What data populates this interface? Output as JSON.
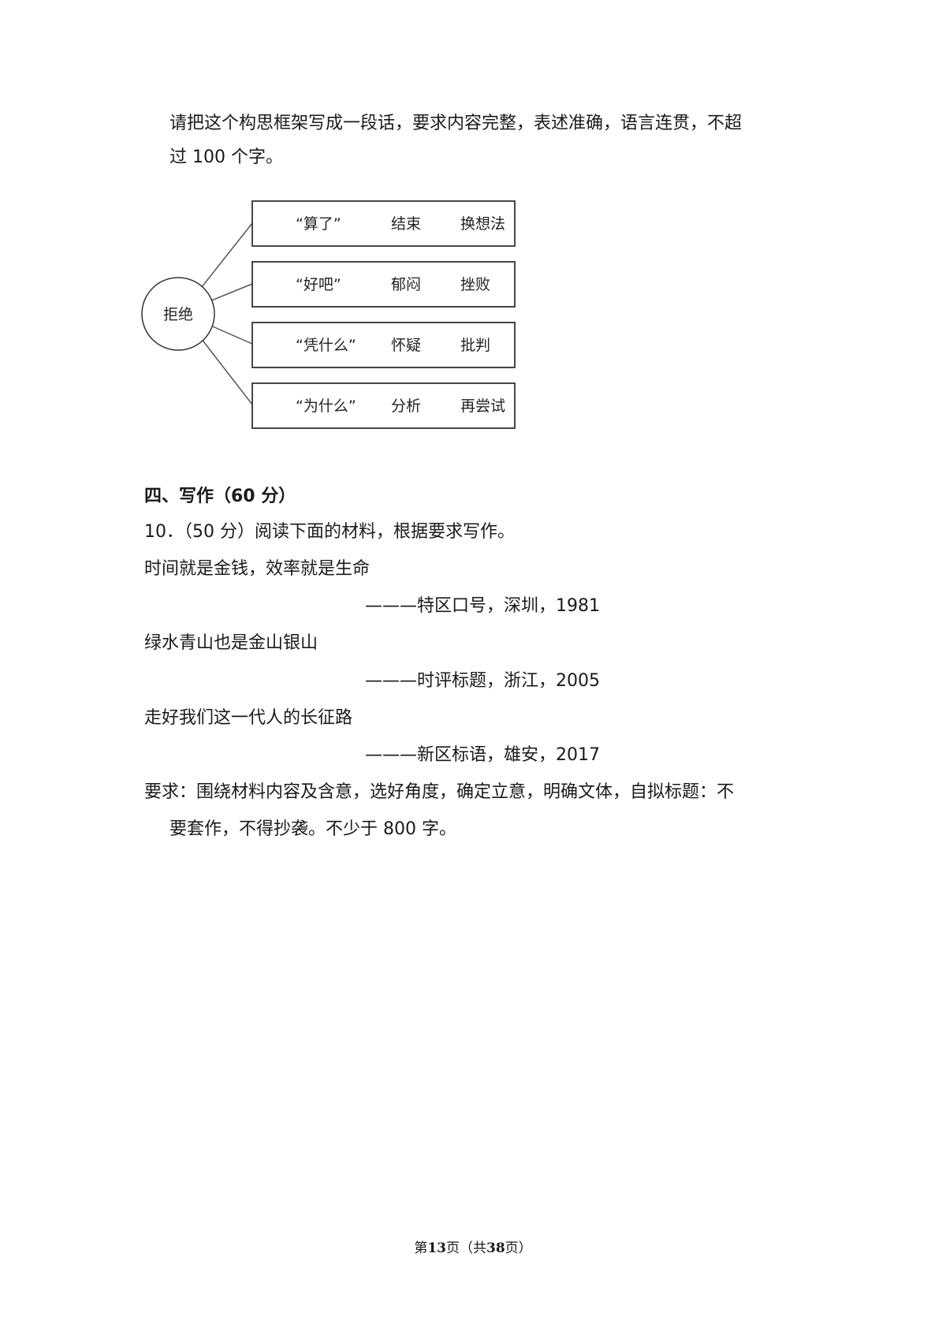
{
  "intro": {
    "line1": "请把这个构思框架写成一段话，要求内容完整，表述准确，语言连贯，不超",
    "line2": "过 100 个字。"
  },
  "diagram": {
    "center": "拒绝",
    "boxes": [
      {
        "quote": "“算了”",
        "word1": "结束",
        "word2": "换想法"
      },
      {
        "quote": "“好吧”",
        "word1": "郁闷",
        "word2": "挫败"
      },
      {
        "quote": "“凭什么”",
        "word1": "怀疑",
        "word2": "批判"
      },
      {
        "quote": "“为什么”",
        "word1": "分析",
        "word2": "再尝试"
      }
    ]
  },
  "section": {
    "heading": "四、写作（60 分）",
    "question": "10．（50 分）阅读下面的材料，根据要求写作。",
    "materials": [
      {
        "text": "时间就是金钱，效率就是生命",
        "source": "———特区口号，深圳，1981"
      },
      {
        "text": "绿水青山也是金山银山",
        "source": "———时评标题，浙江，2005"
      },
      {
        "text": "走好我们这一代人的长征路",
        "source": "———新区标语，雄安，2017"
      }
    ],
    "req_line1": "要求：围绕材料内容及含意，选好角度，确定立意，明确文体，自拟标题：不",
    "req_line2": "要套作，不得抄袭。不少于 800 字。"
  },
  "footer": {
    "prefix": "第",
    "page": "13",
    "mid": "页（共",
    "total": "38",
    "suffix": "页）"
  }
}
